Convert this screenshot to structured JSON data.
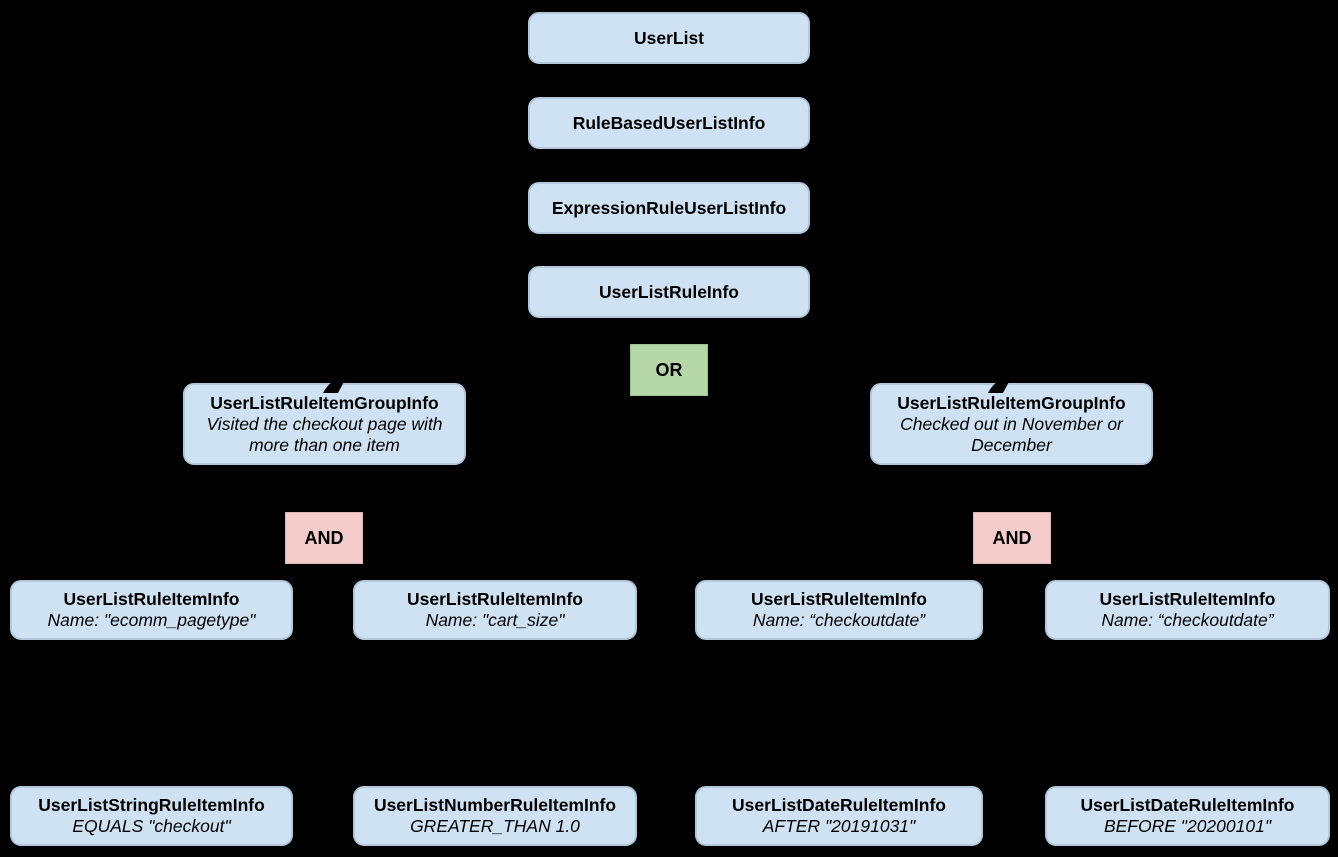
{
  "diagram": {
    "background_color": "#000000",
    "colors": {
      "node_fill": "#cfe2f3",
      "node_border": "#b3c9db",
      "or_fill": "#b6d7a8",
      "and_fill": "#f4cccc",
      "text": "#000000"
    },
    "nodes": {
      "user_list": {
        "label": "UserList"
      },
      "rule_based_user_list_info": {
        "label": "RuleBasedUserListInfo"
      },
      "expression_rule_user_list_info": {
        "label": "ExpressionRuleUserListInfo"
      },
      "user_list_rule_info": {
        "label": "UserListRuleInfo"
      },
      "or_operator": {
        "label": "OR"
      },
      "group_left": {
        "label": "UserListRuleItemGroupInfo",
        "description": "Visited the checkout page with more than one item"
      },
      "group_right": {
        "label": "UserListRuleItemGroupInfo",
        "description": "Checked out in November or December"
      },
      "and_left": {
        "label": "AND"
      },
      "and_right": {
        "label": "AND"
      },
      "rule_item_1": {
        "label": "UserListRuleItemInfo",
        "description": "Name: \"ecomm_pagetype\""
      },
      "rule_item_2": {
        "label": "UserListRuleItemInfo",
        "description": "Name: \"cart_size\""
      },
      "rule_item_3": {
        "label": "UserListRuleItemInfo",
        "description": "Name: “checkoutdate”"
      },
      "rule_item_4": {
        "label": "UserListRuleItemInfo",
        "description": "Name: “checkoutdate”"
      },
      "leaf_1": {
        "label": "UserListStringRuleItemInfo",
        "description": "EQUALS \"checkout\""
      },
      "leaf_2": {
        "label": "UserListNumberRuleItemInfo",
        "description": "GREATER_THAN 1.0"
      },
      "leaf_3": {
        "label": "UserListDateRuleItemInfo",
        "description": "AFTER \"20191031\""
      },
      "leaf_4": {
        "label": "UserListDateRuleItemInfo",
        "description": "BEFORE \"20200101\""
      }
    }
  }
}
